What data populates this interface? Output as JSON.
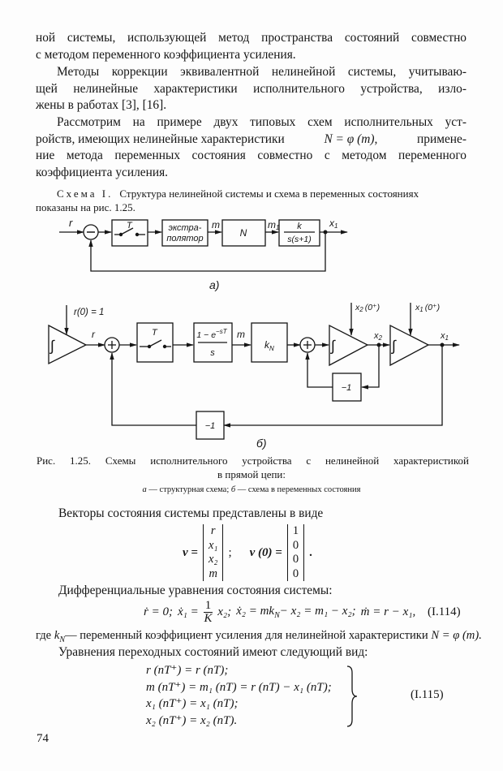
{
  "paragraphs": {
    "p1_line1": "ной системы, использующей метод пространства состояний совместно",
    "p1_line2": "с методом переменного коэффициента усиления.",
    "p2_line1": "Методы коррекции эквивалентной нелинейной системы, учитываю-",
    "p2_line2": "щей нелинейные характеристики исполнительного устройства, изло-",
    "p2_line3": "жены в работах [3], [16].",
    "p3_line1": "Рассмотрим на примере двух типовых схем исполнительных уст-",
    "p3_line2a": "ройств, имеющих нелинейные характеристики",
    "p3_line2_math": "N = φ (m),",
    "p3_line2b": "примене-",
    "p3_line3": "ние метода переменных состояния совместно с методом переменного",
    "p3_line4": "коэффициента усиления."
  },
  "scheme": {
    "label": "Схема I.",
    "line1": "Структура нелинейной системы и схема в переменных состояниях",
    "line2": "показаны на рис. 1.25."
  },
  "diagram_a": {
    "input": "r",
    "summer_sign": "−",
    "sampler": "T",
    "extrapolator_line1": "экстра-",
    "extrapolator_line2": "полятор",
    "m": "m",
    "nonlinear": "N",
    "m1": "m",
    "m1_sub": "1",
    "tf_num": "k",
    "tf_den": "s(s+1)",
    "output": "x",
    "output_sub": "1",
    "label": "а)"
  },
  "diagram_b": {
    "r0": "r(0) = 1",
    "integrator": "∫",
    "r": "r",
    "sum": "+",
    "sampler": "T",
    "hold_num": "1 − e",
    "hold_exp": "−sT",
    "hold_den": "s",
    "m": "m",
    "gain": "k",
    "gain_sub": "N",
    "x2_init": "x",
    "x2_init_sub": "2",
    "x2_init_arg": "(0⁺)",
    "x1_init": "x",
    "x1_init_sub": "1",
    "x1_init_arg": "(0⁺)",
    "x2": "x",
    "x2_sub": "2",
    "x1": "x",
    "x1_sub": "1",
    "inner_feedback": "−1",
    "outer_feedback": "−1",
    "label": "б)"
  },
  "caption": {
    "line1": "Рис. 1.25. Схемы исполнительного устройства с нелинейной характеристикой",
    "line2": "в прямой цепи:",
    "sub_a": "а",
    "sub_a_text": "— структурная схема;",
    "sub_b": "б",
    "sub_b_text": "— схема в переменных состояния"
  },
  "vectors": {
    "intro": "Векторы состояния системы представлены в виде",
    "v": "v =",
    "v_entries": [
      "r",
      "x₁",
      "x₂",
      "m"
    ],
    "sep": ";",
    "v0": "v (0) =",
    "v0_entries": [
      "1",
      "0",
      "0",
      "0"
    ],
    "end": "."
  },
  "diff_eq": {
    "intro": "Дифференциальные уравнения состояния системы:",
    "eq_a": "ṙ = 0;",
    "eq_b_lhs": "ẋ₁ =",
    "eq_b_num": "1",
    "eq_b_den": "K",
    "eq_b_rhs": "x₂;",
    "eq_c": "ẋ₂ = mk",
    "eq_c_sub": "N",
    "eq_c_rest": "− x₂ = m₁ − x₂;",
    "eq_d": "ṁ = r − x₁,",
    "number": "(I.114)"
  },
  "where": {
    "prefix": "где",
    "k": "k",
    "k_sub": "N",
    "text": "— переменный коэффициент усиления для нелинейной характеристики",
    "math": "N = φ (m)."
  },
  "transitions": {
    "intro": "Уравнения переходных состояний имеют следующий вид:",
    "lines": [
      "r (nT⁺) = r (nT);",
      "m (nT⁺) = m₁ (nT) = r (nT) − x₁ (nT);",
      "x₁ (nT⁺) = x₁ (nT);",
      "x₂ (nT⁺) = x₂ (nT)."
    ],
    "number": "(I.115)"
  },
  "page_number": "74"
}
